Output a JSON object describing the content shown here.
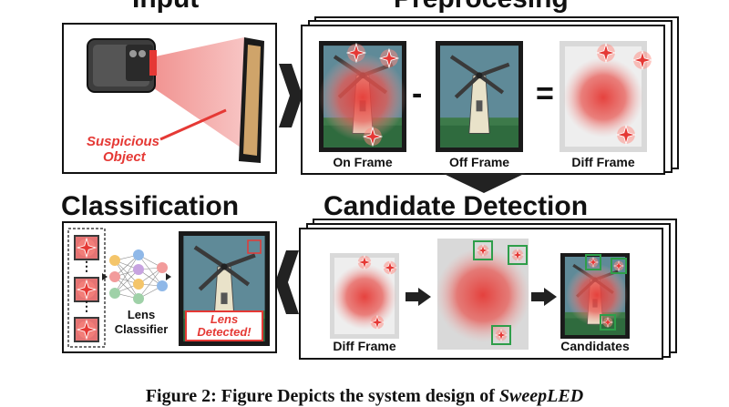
{
  "titles": {
    "input": "Input",
    "preprocessing": "Preprocesing",
    "classification": "Classification",
    "candidate_detection": "Candidate Detection"
  },
  "input_panel": {
    "annotation_line1": "Suspicious",
    "annotation_line2": "Object"
  },
  "preprocessing_panel": {
    "on_frame": "On Frame",
    "off_frame": "Off Frame",
    "diff_frame": "Diff Frame",
    "minus": "-",
    "equals": "="
  },
  "detection_panel": {
    "diff_frame": "Diff Frame",
    "candidates": "Candidates"
  },
  "classification_panel": {
    "classifier_line1": "Lens",
    "classifier_line2": "Classifier",
    "result_line1": "Lens",
    "result_line2": "Detected!",
    "dots": "⋮"
  },
  "caption": {
    "prefix": "Figure 2: Figure Depicts the system design of ",
    "system": "SweepLED"
  },
  "colors": {
    "accent_red": "#e53935",
    "glow_red": "#e53935",
    "box_green": "#2e9e4a",
    "sky": "#5f8a98",
    "ground": "#2f6b3e"
  },
  "icons": [
    "phone-icon",
    "sparkle-icon",
    "windmill-icon",
    "arrow-right-icon",
    "arrow-down-icon",
    "arrow-left-icon",
    "neural-network-icon"
  ]
}
